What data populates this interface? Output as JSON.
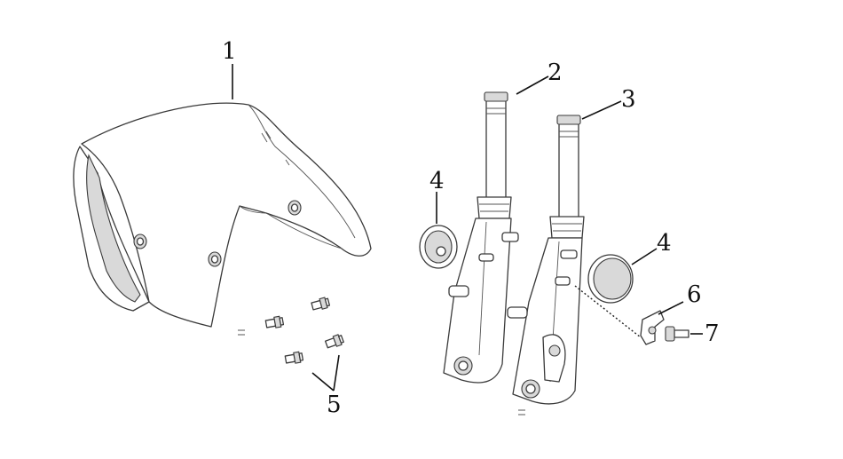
{
  "callouts": {
    "c1": "1",
    "c2": "2",
    "c3": "3",
    "c4a": "4",
    "c4b": "4",
    "c5": "5",
    "c6": "6",
    "c7": "7"
  },
  "colors": {
    "line": "#3a3a3a",
    "fill": "#ffffff",
    "shade": "#d9d9d9"
  }
}
